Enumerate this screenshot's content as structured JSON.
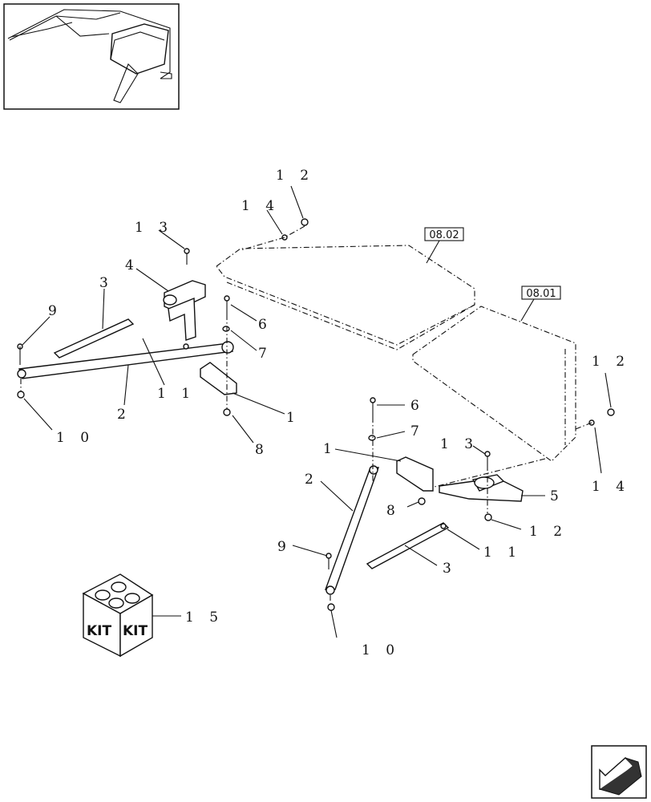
{
  "diagram": {
    "reference_tags": [
      "08.02",
      "08.01"
    ],
    "callouts": {
      "c12a": "1 2",
      "c14a": "1 4",
      "c13a": "1 3",
      "c4": "4",
      "c3": "3",
      "c9a": "9",
      "c6a": "6",
      "c7a": "7",
      "c11a": "1 1",
      "c2a": "2",
      "c1a": "1",
      "c10a": "1 0",
      "c8a": "8",
      "c12b": "1 2",
      "c14b": "1 4",
      "c6b": "6",
      "c7b": "7",
      "c13b": "1 3",
      "c1b": "1",
      "c2b": "2",
      "c5": "5",
      "c8b": "8",
      "c12c": "1 2",
      "c9b": "9",
      "c11b": "1 1",
      "c3b": "3",
      "c10b": "1 0",
      "c15": "1 5"
    },
    "kit_box": {
      "label_left": "KIT",
      "label_right": "KIT"
    },
    "nav_arrow": "navigation-arrow-icon"
  }
}
